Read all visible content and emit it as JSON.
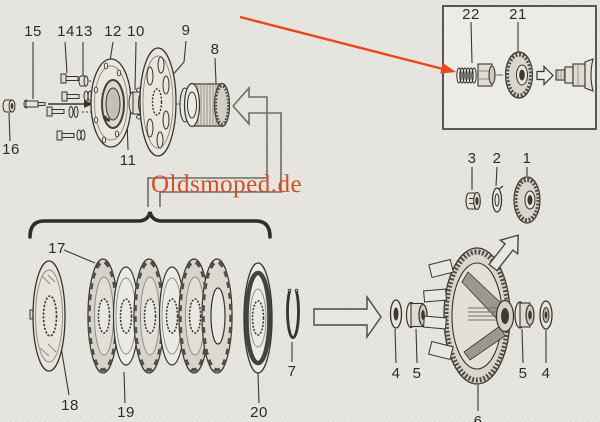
{
  "diagram": {
    "type": "exploded-parts-diagram",
    "subject": "moped clutch assembly"
  },
  "watermark": {
    "text": "Oldsmoped.de"
  },
  "colors": {
    "paper": "#e9e7e1",
    "ink": "#36342f",
    "pipe_gray": "#6e6c66",
    "accent_arrow_red": "#e8481c",
    "watermark_red": "#cf5128"
  },
  "callouts": [
    {
      "part": "15"
    },
    {
      "part": "14"
    },
    {
      "part": "13"
    },
    {
      "part": "12"
    },
    {
      "part": "10"
    },
    {
      "part": "9"
    },
    {
      "part": "8"
    },
    {
      "part": "16"
    },
    {
      "part": "11"
    },
    {
      "part": "22"
    },
    {
      "part": "21"
    },
    {
      "part": "3"
    },
    {
      "part": "2"
    },
    {
      "part": "1"
    },
    {
      "part": "17"
    },
    {
      "part": "18"
    },
    {
      "part": "19"
    },
    {
      "part": "20"
    },
    {
      "part": "7"
    },
    {
      "part": "4"
    },
    {
      "part": "5"
    },
    {
      "part": "5"
    },
    {
      "part": "4"
    },
    {
      "part": "6"
    }
  ]
}
